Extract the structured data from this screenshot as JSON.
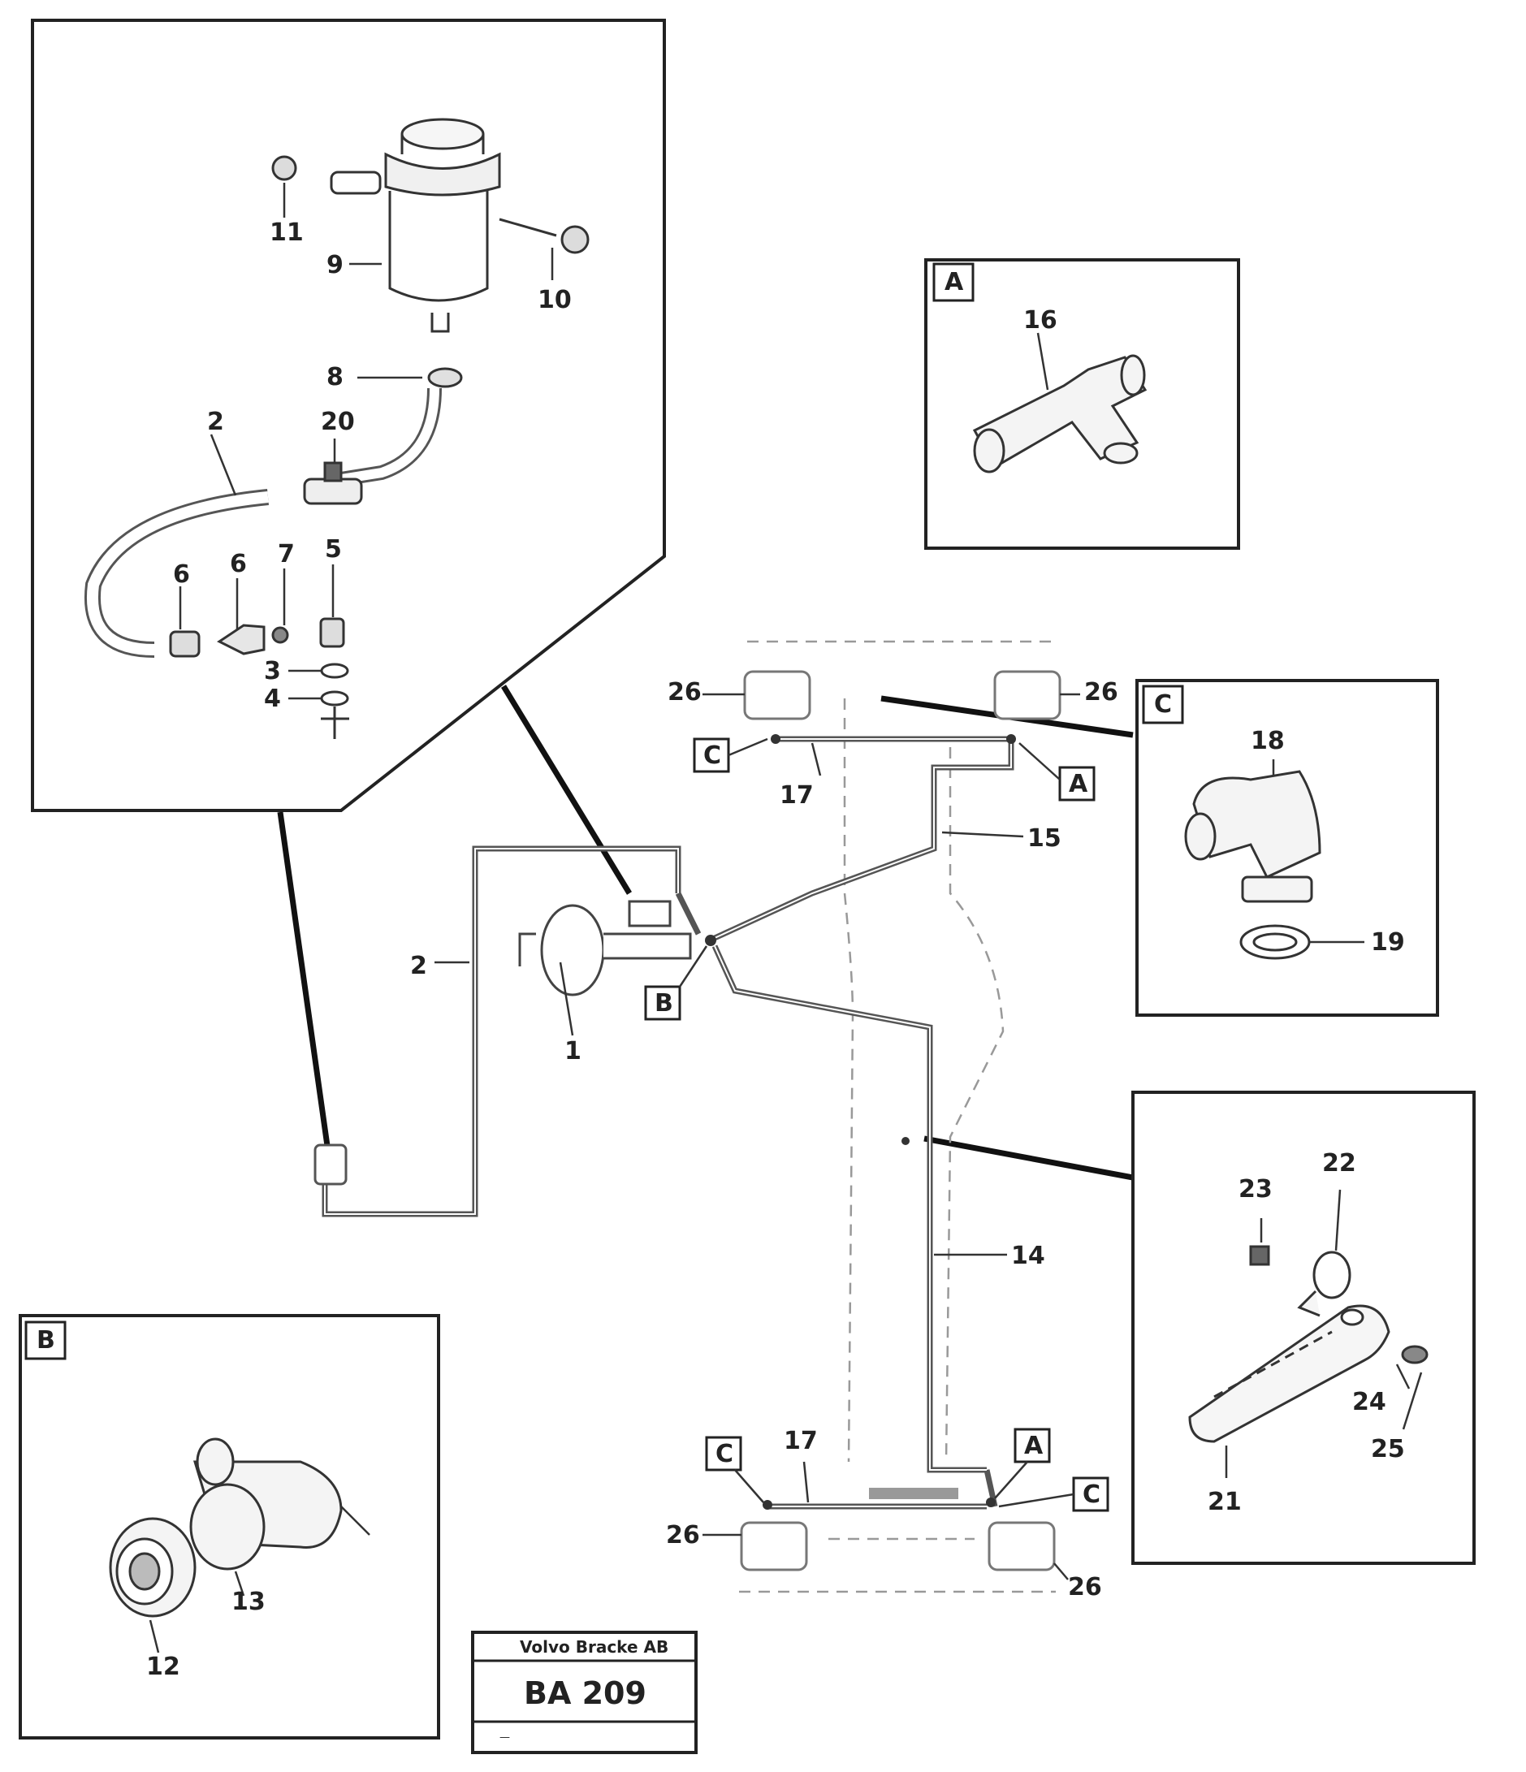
{
  "diagram": {
    "detail_labels": [
      "A",
      "B",
      "C"
    ],
    "part_numbers": [
      "1",
      "2",
      "3",
      "4",
      "5",
      "6",
      "7",
      "8",
      "9",
      "10",
      "11",
      "12",
      "13",
      "14",
      "15",
      "16",
      "17",
      "18",
      "19",
      "20",
      "21",
      "22",
      "23",
      "24",
      "25",
      "26"
    ]
  },
  "title_block": {
    "company": "Volvo Bracke AB",
    "code": "BA 209",
    "ref": "—"
  }
}
